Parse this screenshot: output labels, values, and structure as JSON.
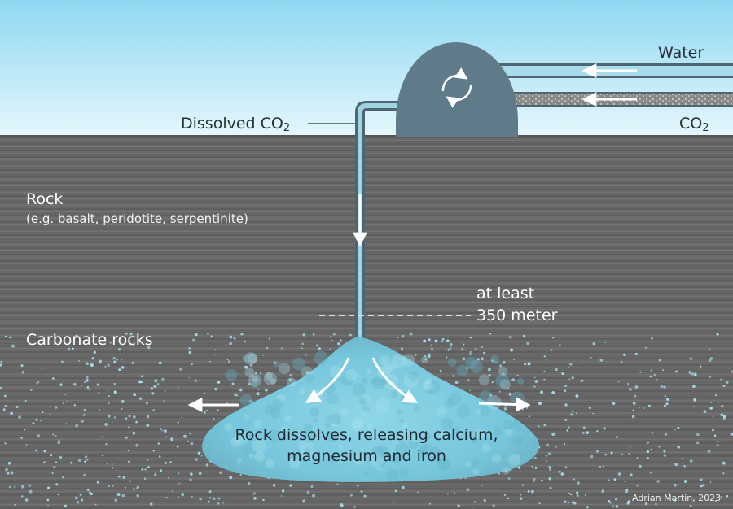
{
  "labels": {
    "water": "Water",
    "co2_prefix": "CO",
    "co2_sub": "2",
    "dissolved_prefix": "Dissolved CO",
    "dissolved_sub": "2",
    "rock": "Rock",
    "rock_examples": "(e.g. basalt, peridotite, serpentinite)",
    "depth_line1": "at least",
    "depth_line2": "350 meter",
    "carbonate": "Carbonate rocks",
    "dissolve_line1": "Rock dissolves, releasing calcium,",
    "dissolve_line2": "magnesium and iron"
  },
  "credit": "Adrian Martin, 2023",
  "colors": {
    "sky_top": "#8fd8f2",
    "sky_bottom": "#e6f7fc",
    "rock": "#676767",
    "dome": "#5f7a88",
    "pipe": "#9ed4e4",
    "pipe_outline": "#4e6674",
    "bubbles": "#a6e1f2",
    "plume": "#7fcde0",
    "text_dark": "#243039",
    "text_light": "#ffffff"
  },
  "icons": {
    "mixer": "circular-arrows-icon",
    "arrows": "arrow-icon"
  }
}
